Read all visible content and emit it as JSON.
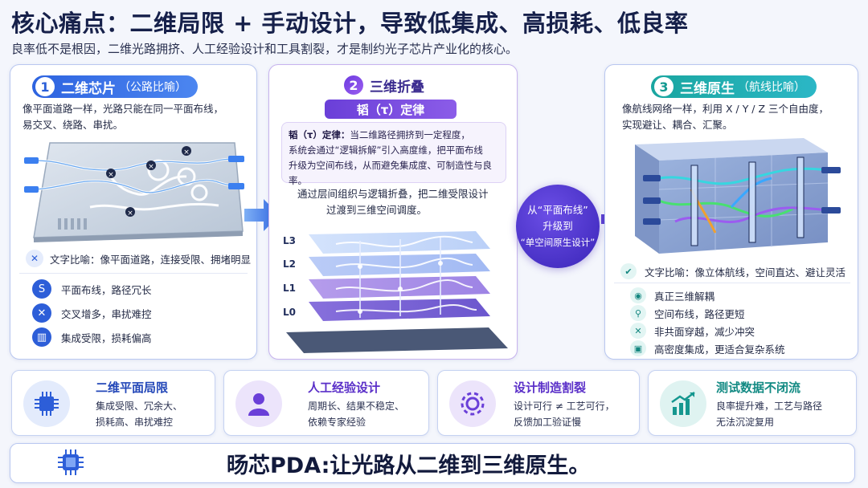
{
  "header": {
    "title": "核心痛点：二维局限 + 手动设计，导致低集成、高损耗、低良率",
    "subtitle": "良率低不是根因，二维光路拥挤、人工经验设计和工具割裂，才是制约光子芯片产业化的核心。"
  },
  "panel1": {
    "num": "1",
    "title": "二维芯片",
    "hint": "（公路比喻）",
    "desc": [
      "像平面道路一样，光路只能在同一平面布线，",
      "易交叉、绕路、串扰。"
    ],
    "metaphor": "文字比喻：像平面道路，连接受限、拥堵明显",
    "items": [
      "平面布线，路径冗长",
      "交叉增多，串扰难控",
      "集成受限，损耗偏高"
    ]
  },
  "panel2": {
    "num": "2",
    "title": "三维折叠",
    "law_title": "韬（τ）定律",
    "law_lead": "韬（τ）定律：",
    "law_text_1": "当二维路径拥挤到一定程度，",
    "law_text_2": "系统会通过“逻辑拆解”引入高度维，把平面布线",
    "law_text_3": "升级为空间布线，从而避免集成度、可制造性与良率。",
    "desc": [
      "通过层间组织与逻辑折叠，把二维受限设计",
      "过渡到三维空间调度。"
    ],
    "layers": [
      "L3",
      "L2",
      "L1",
      "L0"
    ]
  },
  "transition": [
    "从“平面布线”",
    "升级到",
    "“单空间原生设计”"
  ],
  "panel3": {
    "num": "3",
    "title": "三维原生",
    "hint": "（航线比喻）",
    "desc": [
      "像航线网络一样，利用 X / Y / Z 三个自由度，",
      "实现避让、耦合、汇聚。"
    ],
    "metaphor": "文字比喻：像立体航线，空间直达、避让灵活",
    "items": [
      "真正三维解耦",
      "空间布线，路径更短",
      "非共面穿越，减少冲突",
      "高密度集成，更适合复杂系统"
    ]
  },
  "cards": [
    {
      "title": "二维平面局限",
      "lines": [
        "集成受限、冗余大、",
        "损耗高、串扰难控"
      ]
    },
    {
      "title": "人工经验设计",
      "lines": [
        "周期长、结果不稳定、",
        "依赖专家经验"
      ]
    },
    {
      "title": "设计制造割裂",
      "lines": [
        "设计可行 ≠ 工艺可行，",
        "反馈加工验证慢"
      ]
    },
    {
      "title": "测试数据不闭流",
      "lines": [
        "良率提升难，工艺与路径",
        "无法沉淀复用"
      ]
    }
  ],
  "footer": {
    "slogan": "旸芯PDA:让光路从二维到三维原生。"
  },
  "colors": {
    "blue": "#2d5ed8",
    "purple": "#6a3fd8",
    "teal": "#1aa6a0",
    "red": "#e14b5a"
  }
}
